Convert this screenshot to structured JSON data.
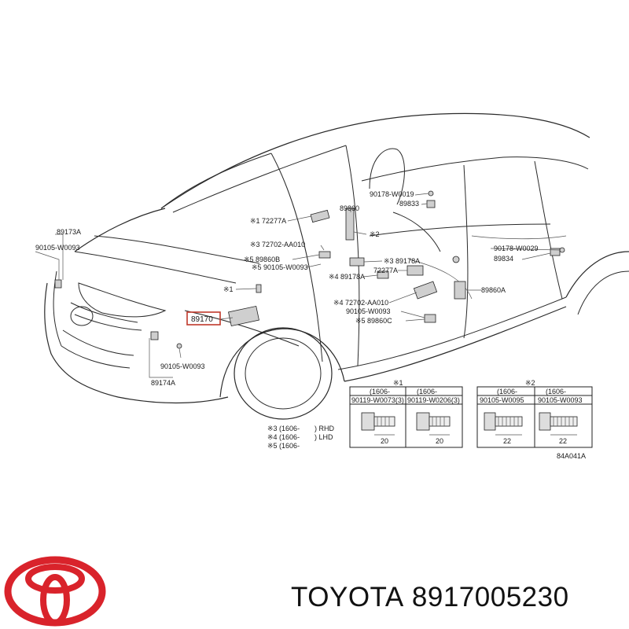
{
  "diagram": {
    "callouts": {
      "c89173A": "89173A",
      "c90105_w0093_left": "90105-W0093",
      "c72277A_top": "※1 72277A",
      "c72702_top": "※3 72702-AA010",
      "c89860B": "※5 89860B",
      "c90105_w0093_center": "※5 90105-W0093",
      "c1": "※1",
      "c89170": "89170",
      "c90105_w0093_lower": "90105-W0093",
      "c89174A": "89174A",
      "c90178_w0019": "90178-W0019",
      "c89860": "89860",
      "c89833": "89833",
      "c2": "※2",
      "c89178A_upper": "※3 89178A",
      "c72277A_mid": "72277A",
      "c89178A_lower": "※4 89178A",
      "c72702_lower": "※4 72702-AA010",
      "c90105_w0093_right": "90105-W0093",
      "c89860C": "※5 89860C",
      "c90178_w0029": "90178-W0029",
      "c89834": "89834",
      "c89860A": "89860A"
    },
    "legend": {
      "row3": "※3 (1606-",
      "row4": "※4 (1606-",
      "row5": "※5 (1606-",
      "row3_tail": ") RHD",
      "row4_tail": ") LHD"
    },
    "box1": {
      "header1": "(1606-",
      "header2": "(1606-",
      "mark": "※1",
      "bolt_a": "90119-W0073(3)",
      "bolt_b": "90119-W0206(3)",
      "dim_a": "20",
      "dim_b": "20"
    },
    "box2": {
      "header1": "(1606-",
      "header2": "(1606-",
      "mark": "※2",
      "bolt_a": "90105-W0095",
      "bolt_b": "90105-W0093",
      "dim_a": "22",
      "dim_b": "22"
    },
    "figure_code": "84A041A"
  },
  "brand": {
    "name": "TOYOTA",
    "part_number": "8917005230",
    "logo_color": "#d9232b"
  }
}
